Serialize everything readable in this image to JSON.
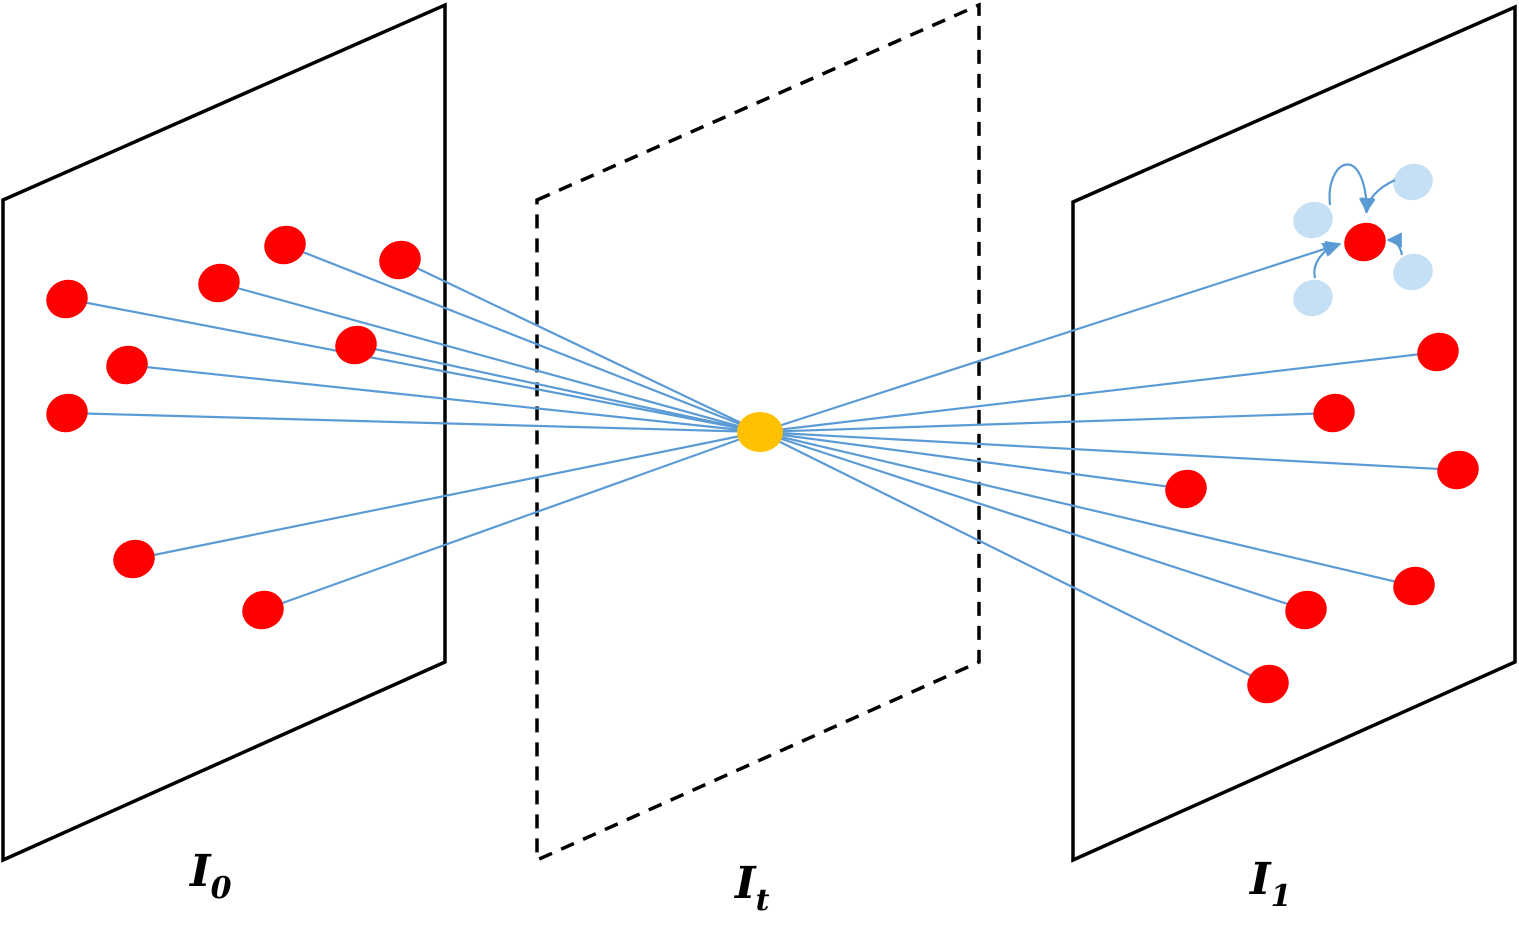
{
  "colors": {
    "frame": "#000000",
    "ray": "#5b9bd5",
    "source_point": "#ff0000",
    "target_point": "#ffc000",
    "neighbor_point": "#c5dff5"
  },
  "labels": {
    "frame_0": {
      "base": "I",
      "sub": "0"
    },
    "frame_t": {
      "base": "I",
      "sub": "t"
    },
    "frame_1": {
      "base": "I",
      "sub": "1"
    }
  }
}
